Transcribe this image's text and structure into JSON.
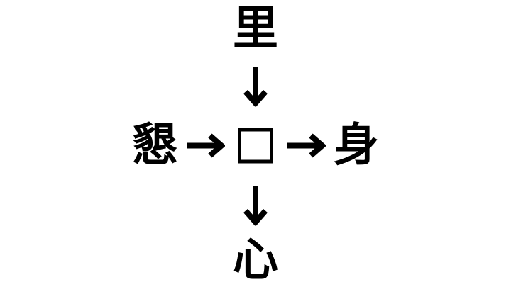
{
  "puzzle": {
    "type": "kanji-fill-in-arrow-puzzle",
    "top_kanji": "里",
    "left_kanji": "懇",
    "right_kanji": "身",
    "bottom_kanji": "心",
    "center": {
      "state": "blank",
      "shape": "empty-square"
    },
    "arrows": [
      {
        "from": "top",
        "to": "center",
        "direction": "down"
      },
      {
        "from": "left",
        "to": "center",
        "direction": "right"
      },
      {
        "from": "center",
        "to": "right",
        "direction": "right"
      },
      {
        "from": "center",
        "to": "bottom",
        "direction": "down"
      }
    ]
  },
  "colors": {
    "background": "#ffffff",
    "ink": "#000000"
  }
}
